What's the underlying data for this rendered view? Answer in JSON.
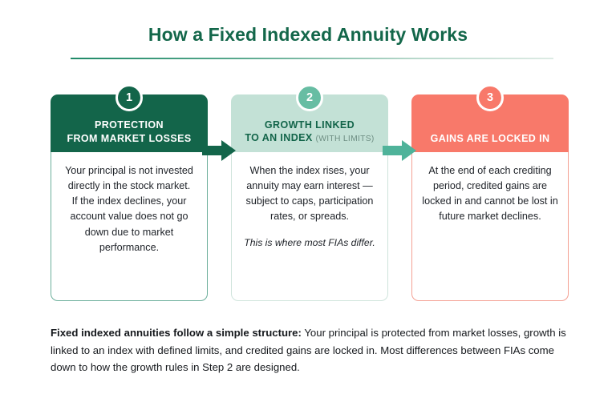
{
  "header": {
    "title": "How a Fixed Indexed Annuity Works",
    "title_color": "#13674A",
    "rule_color": "#1F8A68"
  },
  "colors": {
    "dark_green": "#13654A",
    "mint_green": "#C3E1D6",
    "teal_green": "#67BDA3",
    "coral": "#F8796A",
    "body_text": "#20242a",
    "background": "#FFFFFF"
  },
  "steps": [
    {
      "badge": "1",
      "badge_color": "#13654A",
      "header_color": "#13654A",
      "header_line1": "PROTECTION",
      "header_line2": "FROM MARKET LOSSES",
      "header_sub": "",
      "paragraphs": [
        "Your principal is not invested directly in the stock market.",
        "If the index declines, your account value does not go down due to market performance."
      ],
      "note": ""
    },
    {
      "badge": "2",
      "badge_color": "#67BDA3",
      "header_color": "#C3E1D6",
      "header_line1": "GROWTH LINKED",
      "header_line2": "TO AN INDEX",
      "header_sub": "(WITH LIMITS)",
      "paragraphs": [
        "When the index rises, your annuity may earn interest — subject to caps, participation rates, or spreads."
      ],
      "note": "This is where most FIAs differ."
    },
    {
      "badge": "3",
      "badge_color": "#F8796A",
      "header_color": "#F8796A",
      "header_line1": "GAINS ARE LOCKED IN",
      "header_line2": "",
      "header_sub": "",
      "paragraphs": [
        "At the end of each crediting period, credited gains are locked in and cannot be lost in future market declines."
      ],
      "note": ""
    }
  ],
  "connectors": [
    {
      "name": "arrow-step-1-to-2",
      "color": "#13654A",
      "direction": "right"
    },
    {
      "name": "arrow-step-2-to-3",
      "color": "#4FB39A",
      "direction": "right"
    }
  ],
  "summary": {
    "lead": "Fixed indexed annuities follow a simple structure:",
    "rest": " Your principal is protected from market losses, growth is linked to an index with defined limits, and credited gains are locked in. Most differences between FIAs come down to how the growth rules in Step 2 are designed."
  }
}
